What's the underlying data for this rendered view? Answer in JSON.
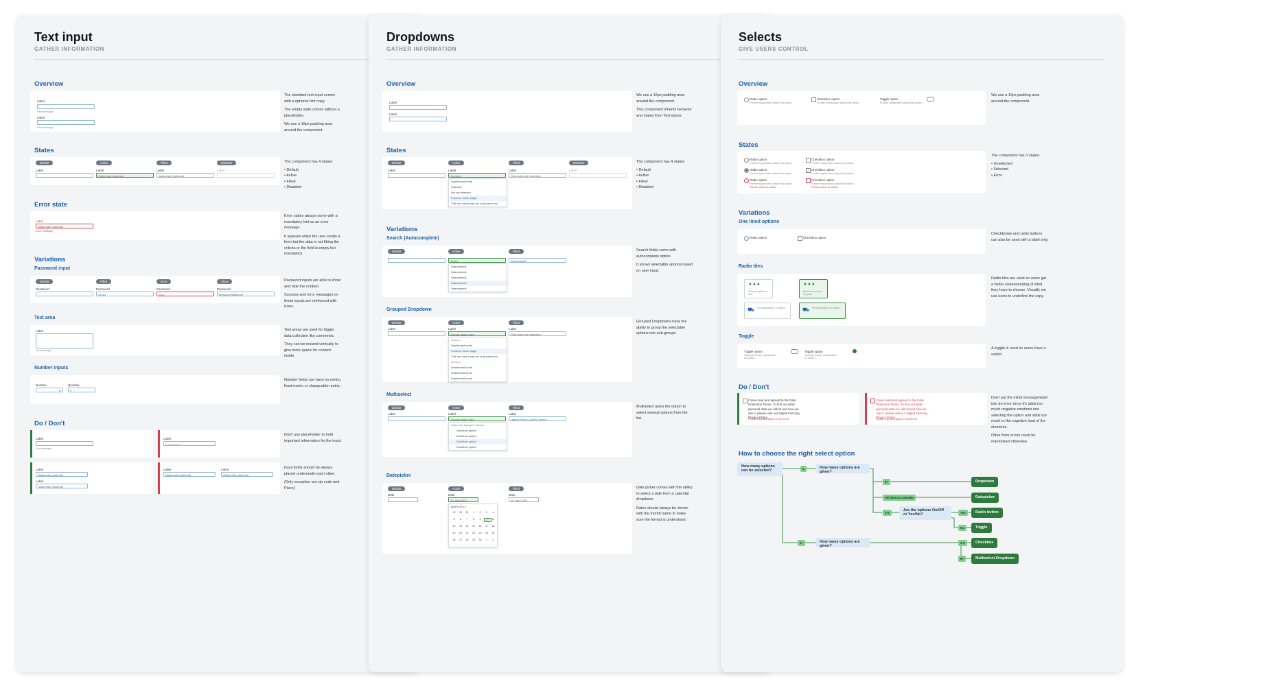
{
  "panels": [
    {
      "title": "Text input",
      "subtitle": "GATHER INFORMATION"
    },
    {
      "title": "Dropdowns",
      "subtitle": "GATHER INFORMATION"
    },
    {
      "title": "Selects",
      "subtitle": "GIVE USERS CONTROL"
    }
  ],
  "text_input": {
    "overview": {
      "heading": "Overview",
      "d1": "The standard text input comes with a optional hint copy.",
      "d2": "The empty state comes without a placeholder.",
      "d3": "We use a 16px padding area around the component.",
      "label": "Label",
      "hint": "Hint message"
    },
    "states": {
      "heading": "States",
      "pills": [
        "Default",
        "Active",
        "Filled",
        "Disabled"
      ],
      "label": "Label",
      "active_value": "Watermark (optional)",
      "filled_value": "Watermark (optional)",
      "d1": "The component has 4 states:",
      "list": [
        "• Default",
        "• Active",
        "• Filled",
        "• Disabled"
      ]
    },
    "error": {
      "heading": "Error state",
      "label": "Label",
      "value": "Watermark (optional)",
      "msg": "Error message",
      "d1": "Error states always come with a mandatory hint as an error message.",
      "d2": "It appears when the user sends a form but the data is not fitting the criteria or the field is empty but mandatory."
    },
    "variations": {
      "heading": "Variations",
      "password": {
        "sub": "Password input",
        "pills": [
          "Default",
          "Filled",
          "Error",
          "Show"
        ],
        "label": "Password",
        "show_value": "MySuperPA$$word!",
        "d1": "Password inputs are able to show and hide the content.",
        "d2": "Success and error messages on these inputs are reinforced with icons."
      },
      "textarea": {
        "sub": "Text area",
        "label": "Label",
        "hint": "Hint message",
        "d1": "Text areas are used for bigger data collection like comments.",
        "d2": "They can be resized vertically to give more space for content inside."
      },
      "number": {
        "sub": "Number inputs",
        "l1": "Number",
        "l2": "Quantity",
        "v1": "%",
        "v2": "0",
        "d1": "Number fields can have no metric, fixed metric or changeable metric."
      }
    },
    "dodont": {
      "heading": "Do / Don't",
      "label": "Label",
      "hint": "Hint message",
      "placeholder": "Placeholder",
      "wm": "Watermark (optional)",
      "d1": "Don't use placeholder to hold important information for the input.",
      "d2": "Input fields should be always placed underneath each other.",
      "d3": "(Only exception are zip code and Place)"
    }
  },
  "dropdowns": {
    "overview": {
      "heading": "Overview",
      "label": "Label",
      "d1": "We use a 16px padding area around the component.",
      "d2": "This component inherits behavior and states from Text inputs."
    },
    "states": {
      "heading": "States",
      "pills": [
        "Default",
        "Active",
        "Filled",
        "Disabled"
      ],
      "label": "Label",
      "selected": "Selected",
      "filled": "Filled with user selection",
      "menu": [
        "Unselected lorem",
        "Selected",
        "Not yet selected",
        "Focus or hover stage",
        "This one has a way too long name but"
      ],
      "d1": "The component has 4 states:",
      "list": [
        "• Default",
        "• Active",
        "• Filled",
        "• Disabled"
      ]
    },
    "variations": {
      "heading": "Variations",
      "search": {
        "sub": "Search (Autocomplete)",
        "pills": [
          "Default",
          "Active",
          "Filled"
        ],
        "value": "Searc|",
        "filled": "Searchresult",
        "menu": [
          "Searchresult",
          "Searchresult",
          "Searchresult",
          "Searchresult",
          "Searchresult"
        ],
        "d1": "Search fields come with autocomplete option.",
        "d2": "It shows selectable options based on user input."
      },
      "grouped": {
        "sub": "Grouped Dropdown",
        "pills": [
          "Default",
          "Active",
          "Filled"
        ],
        "label": "Label",
        "value": "Choose option here",
        "filled": "Filled with user selection",
        "menu": [
          "Group 1",
          "Unselected lorem",
          "Focus or hover stage",
          "This one has a way too long name but",
          "Group 2",
          "Unselected lorem",
          "Unselected lorem",
          "Unselected lorem"
        ],
        "d1": "Grouped Dropdowns have the ability to group the selectable options into sub-groups."
      },
      "multi": {
        "sub": "Multiselect",
        "pills": [
          "Default",
          "Active",
          "Filled"
        ],
        "label": "Label",
        "value": "Choose option here",
        "chips": "Option Pixel ×   Option Lorem ×",
        "menu": [
          "Select all displayed options",
          "Checkbox option",
          "Checkbox option",
          "Checkbox option",
          "Checkbox option"
        ],
        "d1": "Multiselect gives the option to select several options from the list."
      },
      "date": {
        "sub": "Datepicker",
        "pills": [
          "Default",
          "Active",
          "Filled"
        ],
        "label": "Date",
        "value": "10. April 2021",
        "month": "April ▾   2021 ▾",
        "weeks": [
          [
            "29",
            "30",
            "31",
            "1",
            "2",
            "3",
            "4"
          ],
          [
            "5",
            "6",
            "7",
            "8",
            "9",
            "10",
            "11"
          ],
          [
            "12",
            "13",
            "14",
            "15",
            "16",
            "17",
            "18"
          ],
          [
            "19",
            "20",
            "21",
            "22",
            "23",
            "24",
            "25"
          ],
          [
            "26",
            "27",
            "28",
            "29",
            "30",
            "1",
            "2"
          ]
        ],
        "d1": "Date picker comes with the ability to select a date from a calendar dropdown.",
        "d2": "Dates should always be shown with the month name to make sure the format is understood."
      }
    }
  },
  "selects": {
    "overview": {
      "heading": "Overview",
      "radio": "Radio option",
      "checkbox": "Checkbox option",
      "toggle": "Toggle option",
      "sub": "Further explanation about this option",
      "d1": "We use a 16px padding area around the component."
    },
    "states": {
      "heading": "States",
      "radio": "Radio option",
      "checkbox": "Checkbox option",
      "sub": "Further explanation about this option",
      "err": "Please select an option",
      "d1": "The component has 3 states:",
      "list": [
        "• Unselected",
        "• Selected",
        "• Error"
      ]
    },
    "variations": {
      "heading": "Variations",
      "oneline": {
        "sub": "One lined options",
        "radio": "Radio option",
        "checkbox": "Checkbox option",
        "d1": "Checkboxes and radio buttons can also be used with a label only."
      },
      "tiles": {
        "sub": "Radio tiles",
        "t1": "Second option or text",
        "t2": "Most relevant for my plan",
        "t3": "I'm applying for a project",
        "t4": "I'm applying for a project",
        "d1": "Radio tiles are used so users get a better understanding of what they have to choose. Visually we use icons to underline the copy."
      },
      "toggle": {
        "sub": "Toggle",
        "label": "Toggle option",
        "sub2": "Optional further explanation on option",
        "d1": "A toggle is used so users have a switch."
      }
    },
    "dodont": {
      "heading": "Do / Don't",
      "do": "I have read and agreed to the Data Protection Terms. To find out what personal data we collect and how we use it, please visit our Digital Farming Privacy Policy.",
      "dont": "I have read and agreed to the Data Protection Terms. To find out what personal data we collect and how we use it, please visit our Digital Farming Privacy Policy.",
      "err": "Please read and agree to the terms",
      "d1": "Don't put the initial message/label into an error since it's adds too much negative emotions into selecting the option and adds too much to the cognitive load of the elements.",
      "d2": "Other form errors could be overlooked otherwise."
    },
    "flow": {
      "heading": "How to choose the right select option",
      "q1": "How many options can be selected?",
      "q2": "How many options are given?",
      "q3": "Are the options On/Off or Yes/No?",
      "q4": "How many options are given?",
      "t1": "1",
      "t2": "6+",
      "t3": "All dates/a calendar",
      "t4": "2-5",
      "t5": "Yes",
      "t6": "No",
      "t7": "2+",
      "t8": "2-5",
      "t9": "6+",
      "l1": "Dropdown",
      "l2": "Datepicker",
      "l3": "Radio button",
      "l4": "Toggle",
      "l5": "Checkbox",
      "l6": "Multiselect Dropdown"
    }
  }
}
